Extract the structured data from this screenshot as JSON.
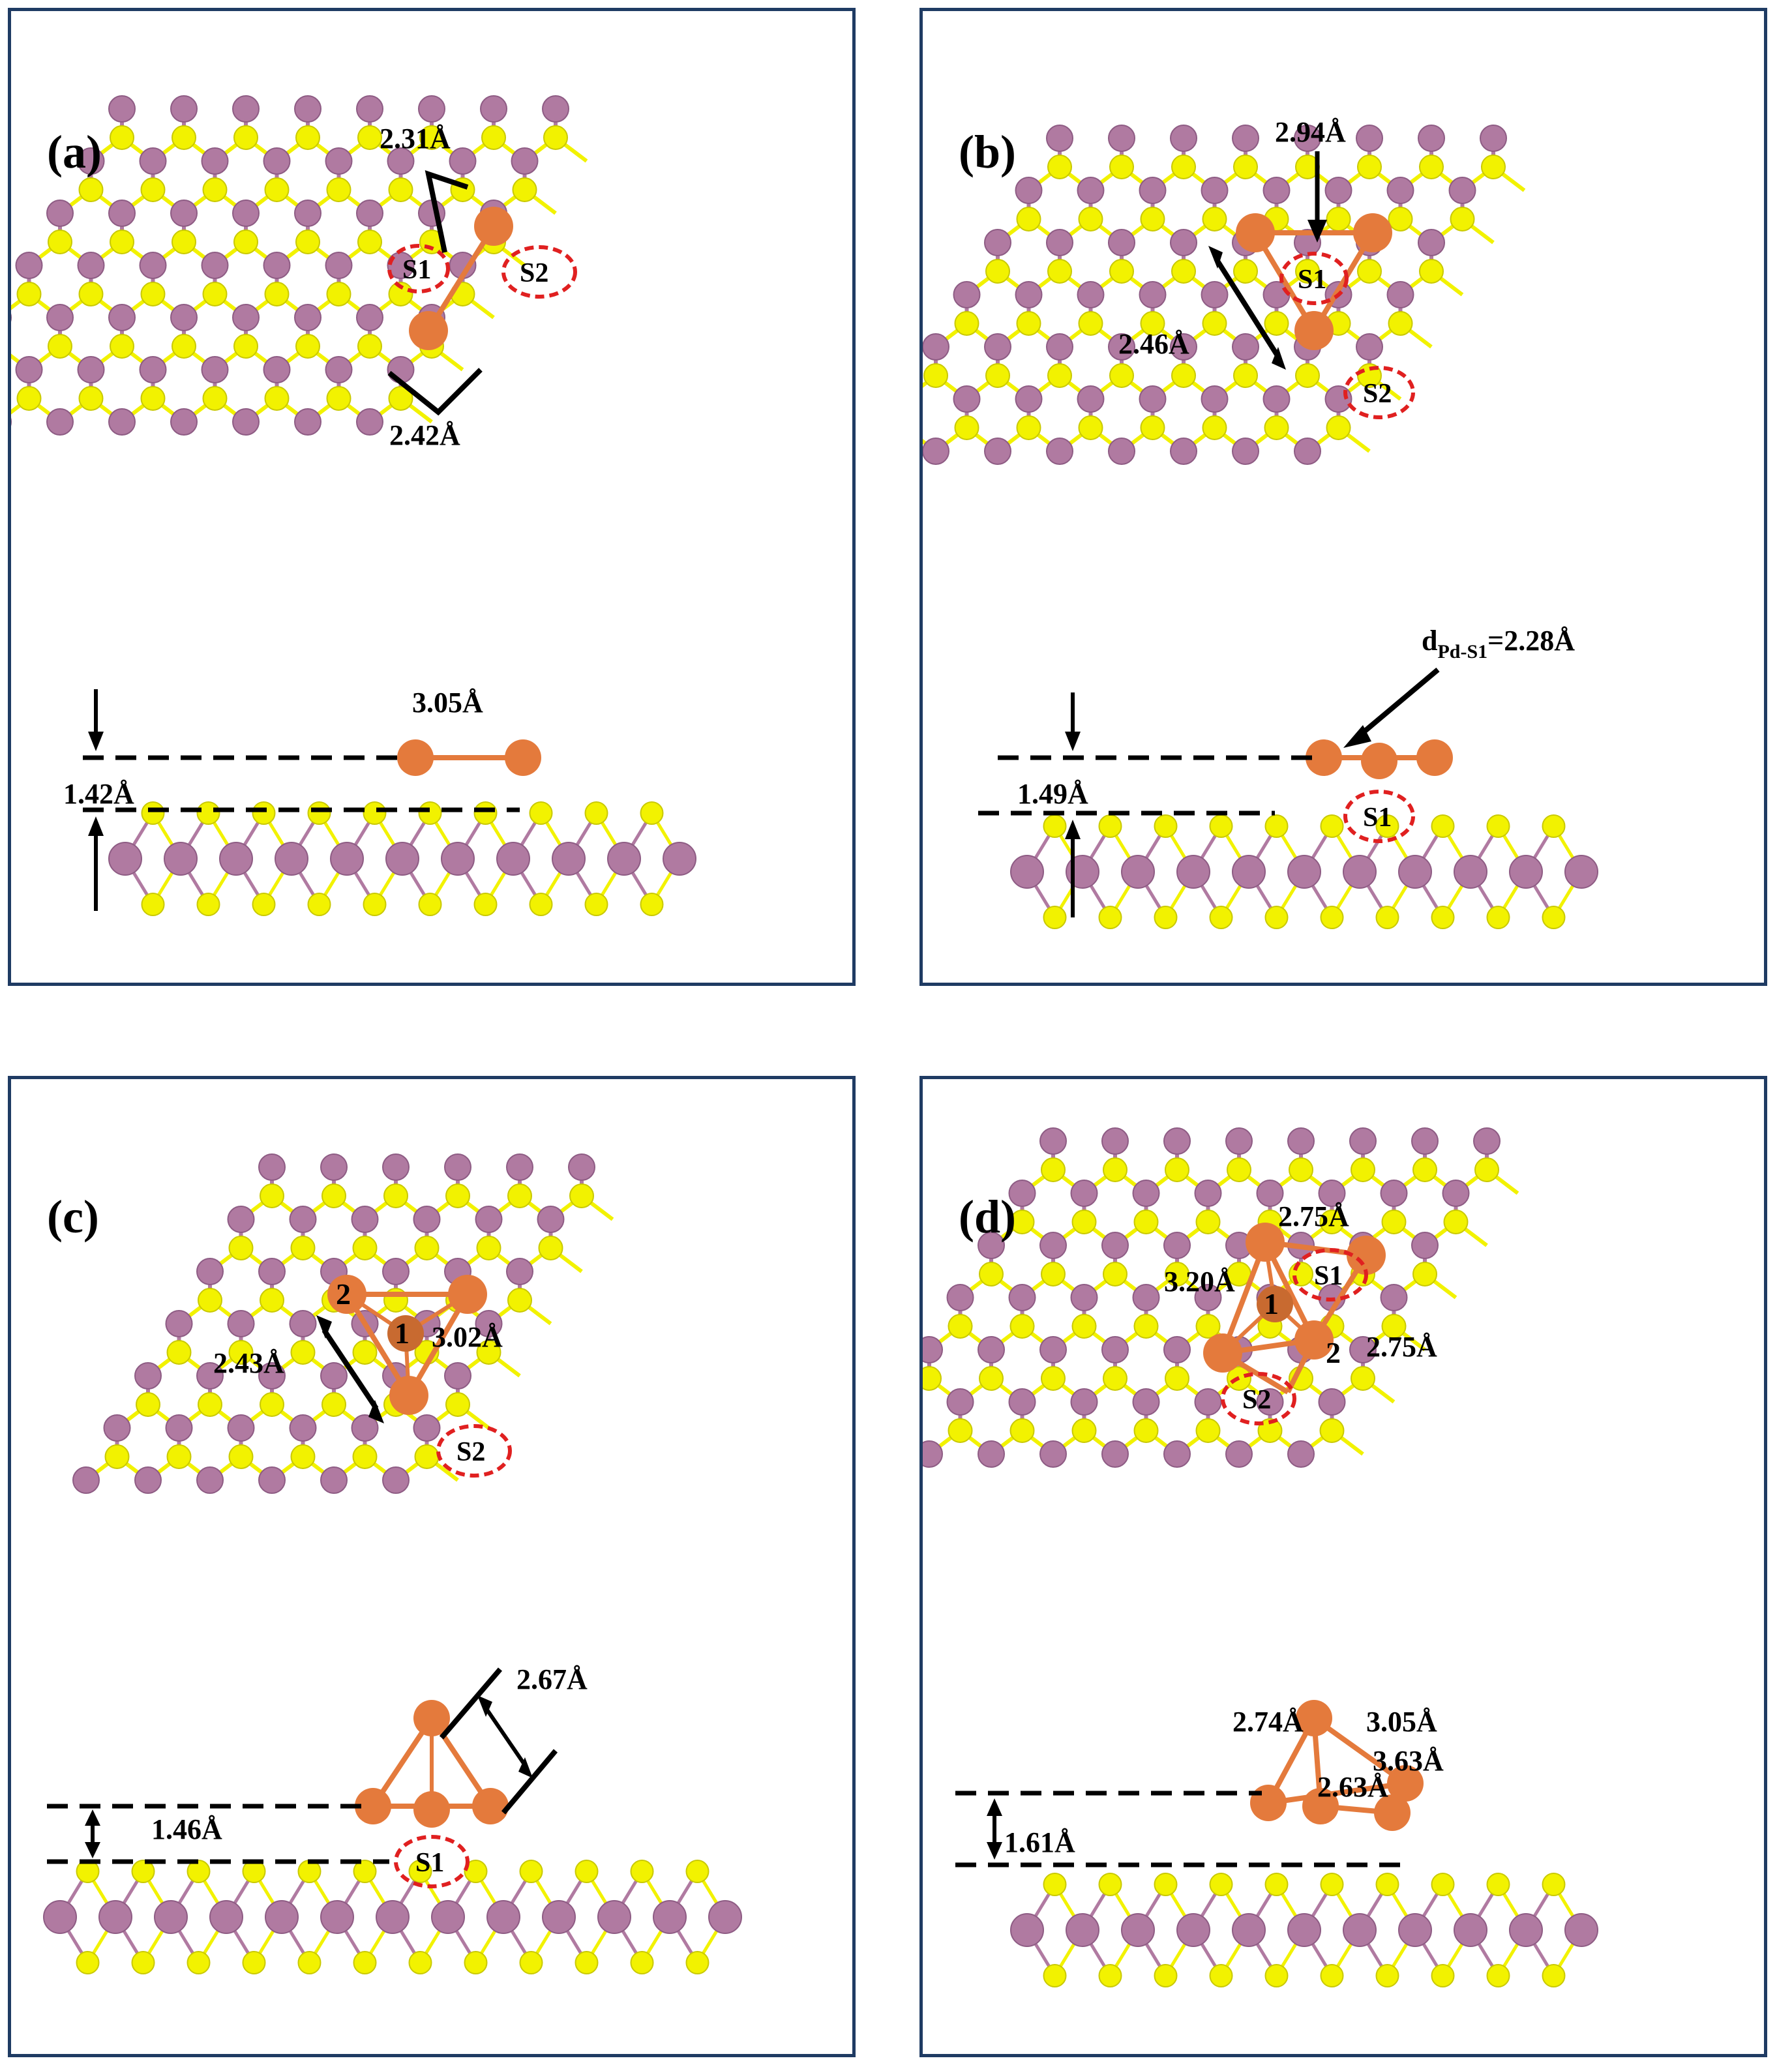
{
  "colors": {
    "border": "#1f3b63",
    "mo": "#b07aa1",
    "s": "#f2f200",
    "pd": "#e47a3c",
    "site_ring": "#e02020",
    "arrow": "#000000"
  },
  "panels": {
    "a": {
      "label": "(a)",
      "top_view": {
        "d1": "2.31Å",
        "d2": "2.42Å",
        "site1": "S1",
        "site2": "S2"
      },
      "side_view": {
        "dist": "3.05Å",
        "height": "1.42Å"
      }
    },
    "b": {
      "label": "(b)",
      "top_view": {
        "d1": "2.94Å",
        "d2": "2.46Å",
        "site1": "S1",
        "site2": "S2"
      },
      "side_view": {
        "bond_main": "d",
        "bond_sub": "Pd-S1",
        "bond_val": "=2.28Å",
        "height": "1.49Å",
        "site1": "S1"
      }
    },
    "c": {
      "label": "(c)",
      "top_view": {
        "d1": "2.43Å",
        "d2": "3.02Å",
        "atom1": "1",
        "atom2": "2",
        "site2": "S2"
      },
      "side_view": {
        "dist": "2.67Å",
        "height": "1.46Å",
        "site1": "S1"
      }
    },
    "d": {
      "label": "(d)",
      "top_view": {
        "d1": "2.75Å",
        "d2": "3.20Å",
        "d3": "2.75Å",
        "atom1": "1",
        "atom2": "2",
        "site1": "S1",
        "site2": "S2"
      },
      "side_view": {
        "d1": "2.74Å",
        "d2": "3.05Å",
        "d3": "2.63Å",
        "d4": "3.63Å",
        "height": "1.61Å"
      }
    }
  }
}
